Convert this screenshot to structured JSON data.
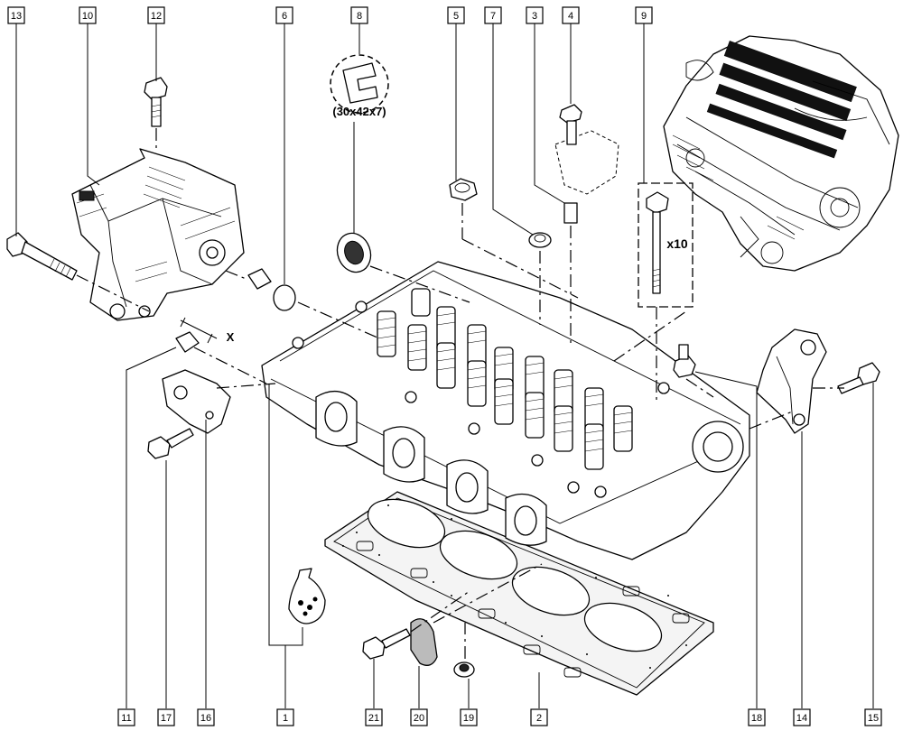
{
  "labels": [
    {
      "id": "13",
      "text": "13"
    },
    {
      "id": "10",
      "text": "10"
    },
    {
      "id": "12",
      "text": "12"
    },
    {
      "id": "6",
      "text": "6"
    },
    {
      "id": "8",
      "text": "8"
    },
    {
      "id": "5",
      "text": "5"
    },
    {
      "id": "7",
      "text": "7"
    },
    {
      "id": "3",
      "text": "3"
    },
    {
      "id": "4",
      "text": "4"
    },
    {
      "id": "9",
      "text": "9"
    },
    {
      "id": "11",
      "text": "11"
    },
    {
      "id": "17",
      "text": "17"
    },
    {
      "id": "16",
      "text": "16"
    },
    {
      "id": "1",
      "text": "1"
    },
    {
      "id": "21",
      "text": "21"
    },
    {
      "id": "20",
      "text": "20"
    },
    {
      "id": "19",
      "text": "19"
    },
    {
      "id": "2",
      "text": "2"
    },
    {
      "id": "18",
      "text": "18"
    },
    {
      "id": "14",
      "text": "14"
    },
    {
      "id": "15",
      "text": "15"
    }
  ],
  "annotations": {
    "seal_size": "(30x42x7)",
    "bolt_quantity": "x10",
    "dimension_marker": "X"
  }
}
